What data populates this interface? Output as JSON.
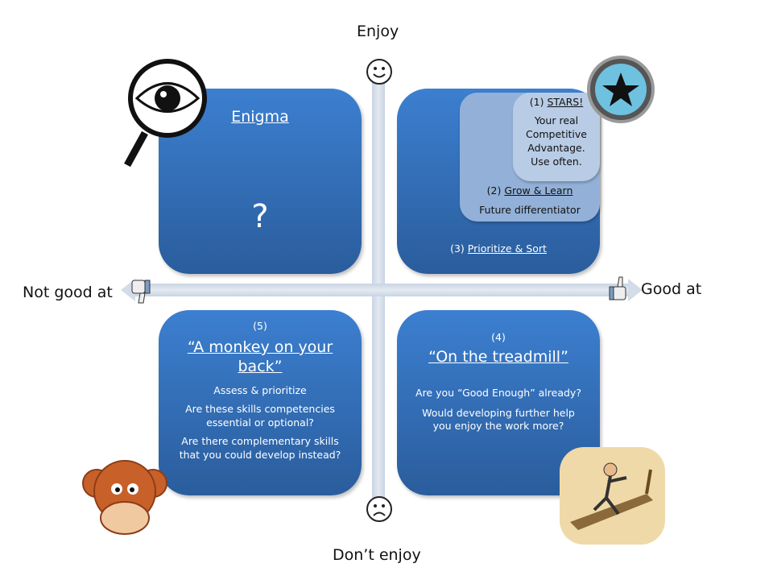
{
  "axes": {
    "top": "Enjoy",
    "bottom": "Don’t enjoy",
    "left": "Not good at",
    "right": "Good at"
  },
  "quadrants": {
    "top_left": {
      "title": "Enigma",
      "mark": "?"
    },
    "top_right": {
      "stars_number": "(1)",
      "stars_title": "STARS!",
      "stars_text": "Your real Competitive Advantage. Use often.",
      "grow_number": "(2)",
      "grow_title": "Grow & Learn",
      "grow_text": "Future differentiator",
      "prioritize_number": "(3)",
      "prioritize_title": "Prioritize & Sort"
    },
    "bottom_right": {
      "number": "(4)",
      "title": "“On the treadmill”",
      "q1": "Are you “Good Enough” already?",
      "q2": "Would developing further help you enjoy the work more?"
    },
    "bottom_left": {
      "number": "(5)",
      "title": "“A monkey on your back”",
      "line1": "Assess & prioritize",
      "q1": "Are these skills competencies essential or optional?",
      "q2": "Are there complementary skills that you could develop instead?"
    }
  },
  "colors": {
    "quadrant": "#3270be",
    "axis": "#d3dce8"
  }
}
